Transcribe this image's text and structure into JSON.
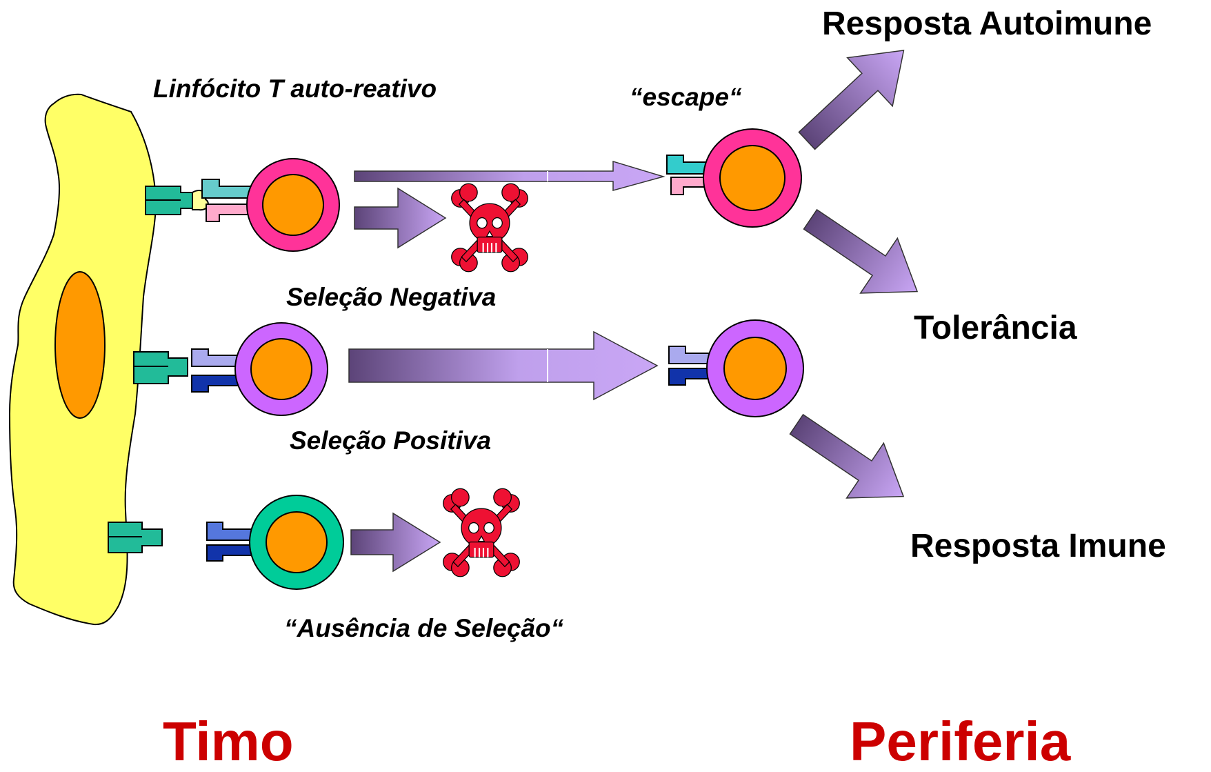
{
  "colors": {
    "thymic_cell": "#ffff66",
    "nucleus": "#ff9900",
    "cell_magenta": "#ff3399",
    "cell_violet": "#cc66ff",
    "cell_green": "#00cc99",
    "skull_red": "#ee1133",
    "receptor_teal": "#22bb99",
    "arrow_dark": "#5c4478",
    "arrow_light": "#c9a6f5",
    "region_label": "#cc0000"
  },
  "icons": {
    "death": "skull-crossbones-icon"
  },
  "labels": {
    "autoreactive": "Linfócito T auto-reativo",
    "escape": "“escape“",
    "negative": "Seleção Negativa",
    "positive": "Seleção Positiva",
    "absence": "“Ausência de Seleção“",
    "autoimmune": "Resposta Autoimune",
    "tolerance": "Tolerância",
    "immune": "Resposta Imune",
    "thymus": "Timo",
    "periphery": "Periferia"
  }
}
